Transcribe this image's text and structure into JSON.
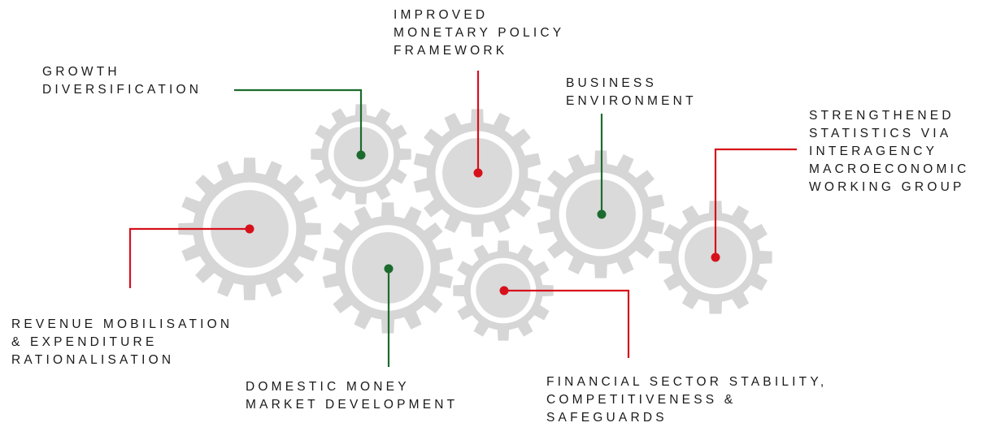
{
  "colors": {
    "gear": "#d6d6d6",
    "gear_core": "#dadada",
    "ring_gap": "#ffffff",
    "green": "#1c6b2e",
    "red": "#d6111b"
  },
  "icons": {
    "gear": "gear-icon"
  },
  "labels": {
    "growth_diversification": [
      "GROWTH",
      "DIVERSIFICATION"
    ],
    "monetary_policy": [
      "IMPROVED",
      "MONETARY POLICY",
      "FRAMEWORK"
    ],
    "business_environment": [
      "BUSINESS",
      "ENVIRONMENT"
    ],
    "strengthened_statistics": [
      "STRENGTHENED",
      "STATISTICS VIA",
      "INTERAGENCY",
      "MACROECONOMIC",
      "WORKING GROUP"
    ],
    "revenue_mobilisation": [
      "REVENUE MOBILISATION",
      "& EXPENDITURE",
      "RATIONALISATION"
    ],
    "domestic_money_market": [
      "DOMESTIC MONEY",
      "MARKET DEVELOPMENT"
    ],
    "financial_sector": [
      "FINANCIAL SECTOR STABILITY,",
      "COMPETITIVENESS &",
      "SAFEGUARDS"
    ]
  }
}
